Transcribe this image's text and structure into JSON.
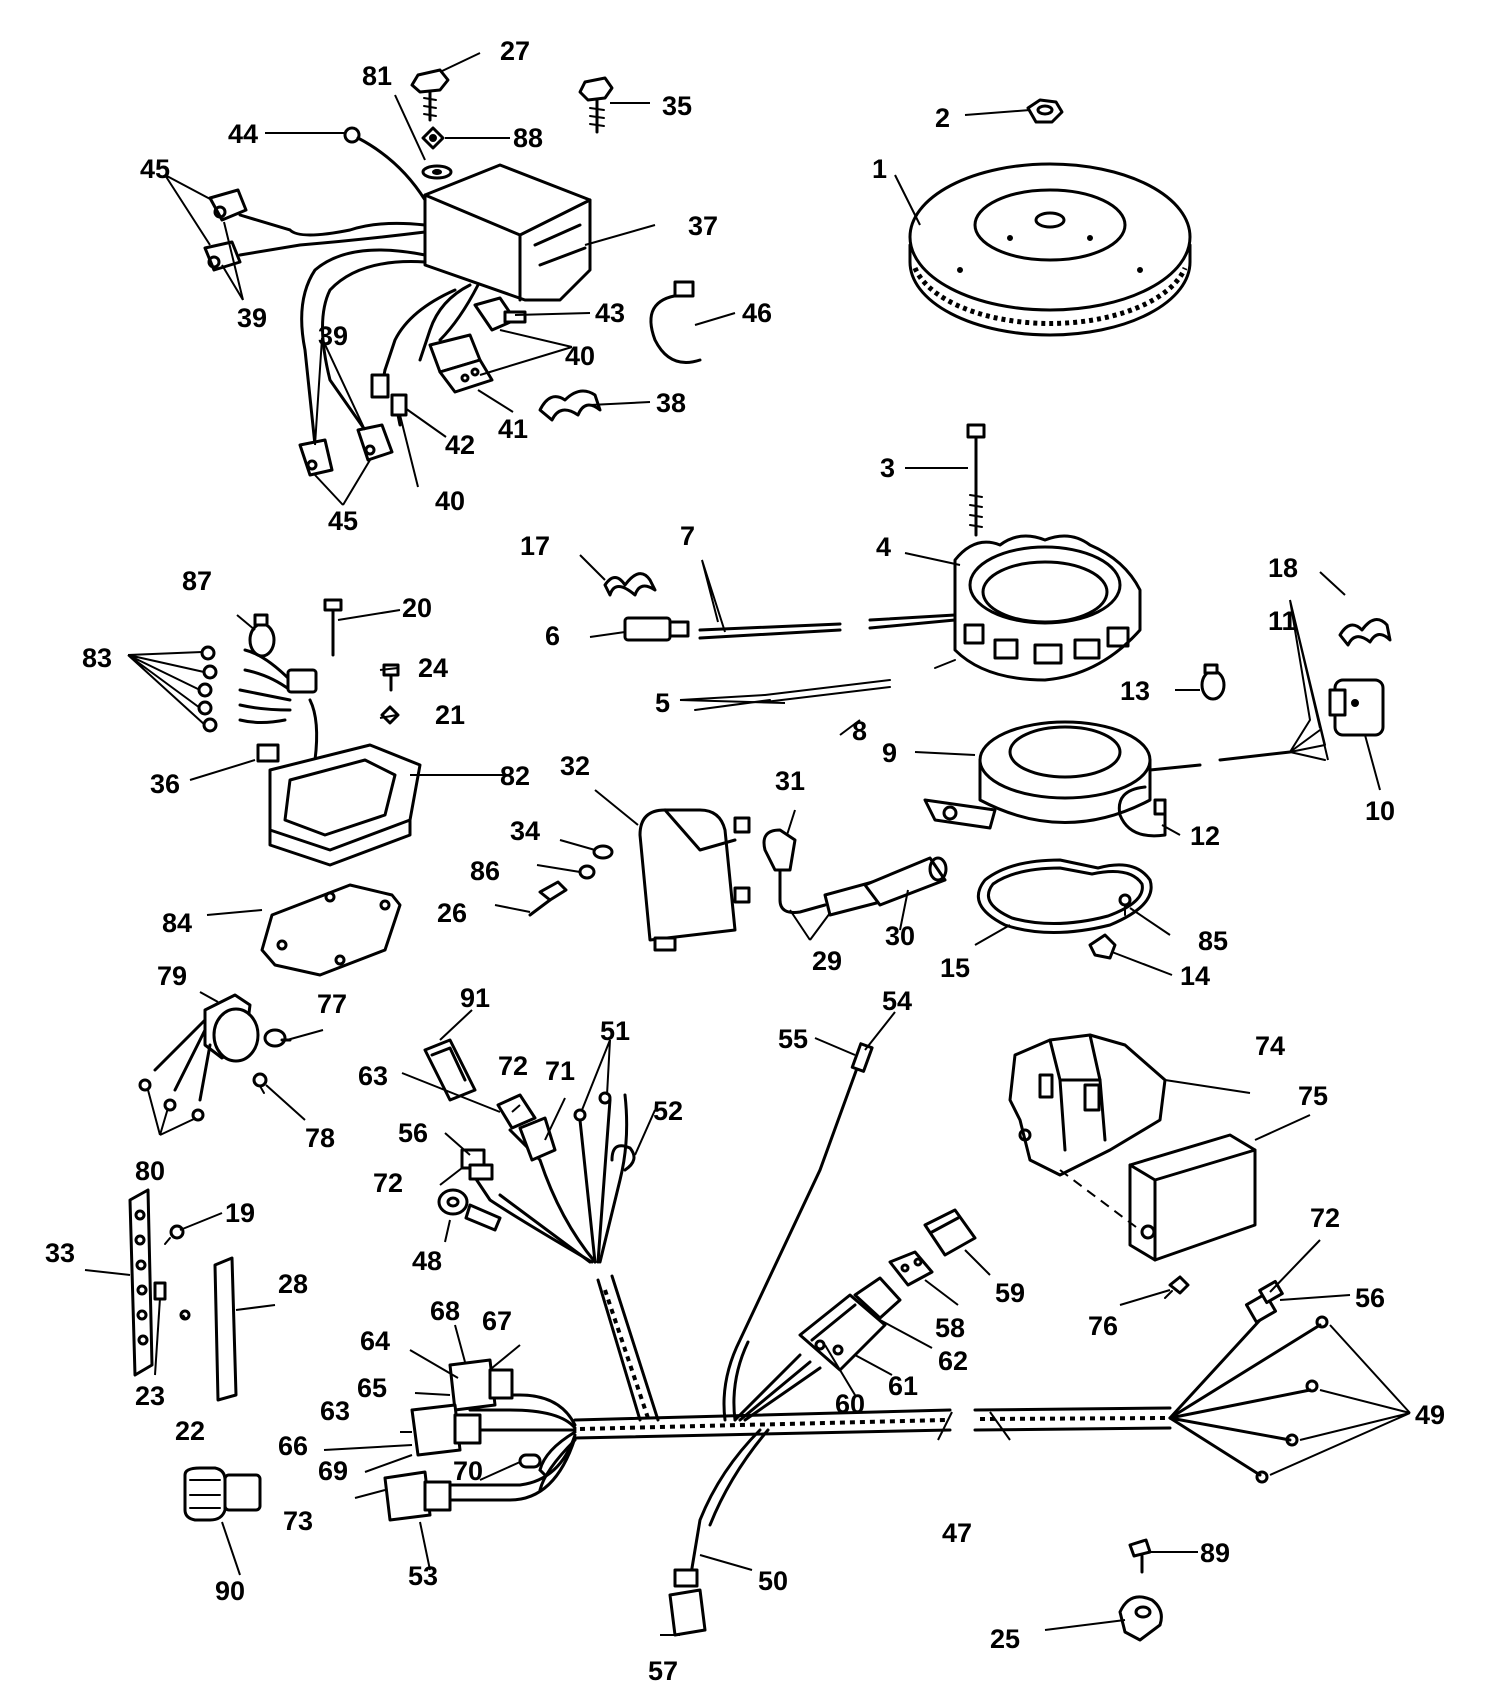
{
  "labels": [
    {
      "text": "1"
    },
    {
      "text": "2"
    },
    {
      "text": "3"
    },
    {
      "text": "4"
    },
    {
      "text": "5"
    },
    {
      "text": "6"
    },
    {
      "text": "7"
    },
    {
      "text": "8"
    },
    {
      "text": "9"
    },
    {
      "text": "10"
    },
    {
      "text": "11"
    },
    {
      "text": "12"
    },
    {
      "text": "13"
    },
    {
      "text": "14"
    },
    {
      "text": "15"
    },
    {
      "text": "17"
    },
    {
      "text": "18"
    },
    {
      "text": "19"
    },
    {
      "text": "20"
    },
    {
      "text": "21"
    },
    {
      "text": "22"
    },
    {
      "text": "23"
    },
    {
      "text": "24"
    },
    {
      "text": "25"
    },
    {
      "text": "26"
    },
    {
      "text": "27"
    },
    {
      "text": "28"
    },
    {
      "text": "29"
    },
    {
      "text": "30"
    },
    {
      "text": "31"
    },
    {
      "text": "32"
    },
    {
      "text": "33"
    },
    {
      "text": "34"
    },
    {
      "text": "35"
    },
    {
      "text": "36"
    },
    {
      "text": "37"
    },
    {
      "text": "38"
    },
    {
      "text": "39"
    },
    {
      "text": "39"
    },
    {
      "text": "40"
    },
    {
      "text": "40"
    },
    {
      "text": "41"
    },
    {
      "text": "42"
    },
    {
      "text": "43"
    },
    {
      "text": "44"
    },
    {
      "text": "45"
    },
    {
      "text": "45"
    },
    {
      "text": "46"
    },
    {
      "text": "47"
    },
    {
      "text": "48"
    },
    {
      "text": "49"
    },
    {
      "text": "50"
    },
    {
      "text": "51"
    },
    {
      "text": "52"
    },
    {
      "text": "53"
    },
    {
      "text": "54"
    },
    {
      "text": "55"
    },
    {
      "text": "56"
    },
    {
      "text": "56"
    },
    {
      "text": "57"
    },
    {
      "text": "58"
    },
    {
      "text": "59"
    },
    {
      "text": "60"
    },
    {
      "text": "61"
    },
    {
      "text": "62"
    },
    {
      "text": "63"
    },
    {
      "text": "63"
    },
    {
      "text": "64"
    },
    {
      "text": "65"
    },
    {
      "text": "66"
    },
    {
      "text": "67"
    },
    {
      "text": "68"
    },
    {
      "text": "69"
    },
    {
      "text": "70"
    },
    {
      "text": "71"
    },
    {
      "text": "72"
    },
    {
      "text": "72"
    },
    {
      "text": "72"
    },
    {
      "text": "73"
    },
    {
      "text": "74"
    },
    {
      "text": "75"
    },
    {
      "text": "76"
    },
    {
      "text": "77"
    },
    {
      "text": "78"
    },
    {
      "text": "79"
    },
    {
      "text": "80"
    },
    {
      "text": "81"
    },
    {
      "text": "82"
    },
    {
      "text": "83"
    },
    {
      "text": "84"
    },
    {
      "text": "85"
    },
    {
      "text": "86"
    },
    {
      "text": "87"
    },
    {
      "text": "88"
    },
    {
      "text": "89"
    },
    {
      "text": "90"
    },
    {
      "text": "91"
    }
  ]
}
